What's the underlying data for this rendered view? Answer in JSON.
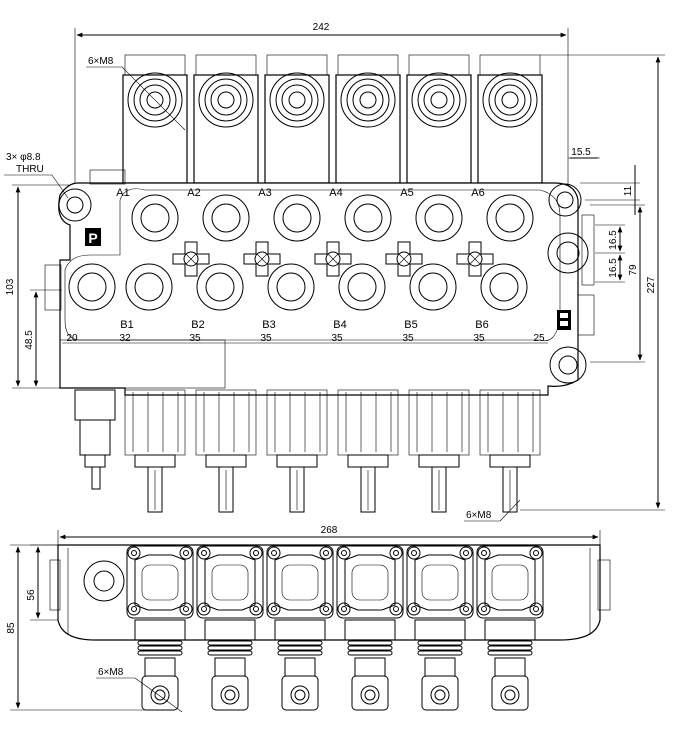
{
  "top_view": {
    "dims": {
      "overall_width": "242",
      "right_offset": "15.5",
      "right_11": "11",
      "right_16_5_a": "16.5",
      "right_16_5_b": "16.5",
      "right_79": "79",
      "total_height": "227",
      "left_103": "103",
      "left_48_5": "48.5",
      "span_first": "20",
      "span_second": "32",
      "span_pitch": "35",
      "span_last": "25"
    },
    "callouts": {
      "bolt_top": "6×M8",
      "hole_line1": "3× φ8.8",
      "hole_line2": "THRU",
      "bolt_bottom": "6×M8"
    },
    "ports_a": [
      "A1",
      "A2",
      "A3",
      "A4",
      "A5",
      "A6"
    ],
    "ports_b": [
      "B1",
      "B2",
      "B3",
      "B4",
      "B5",
      "B6"
    ],
    "pressure_port": "P"
  },
  "bottom_view": {
    "dims": {
      "overall_width": "268",
      "height_56": "56",
      "height_85": "85"
    },
    "callouts": {
      "bolt": "6×M8"
    }
  }
}
